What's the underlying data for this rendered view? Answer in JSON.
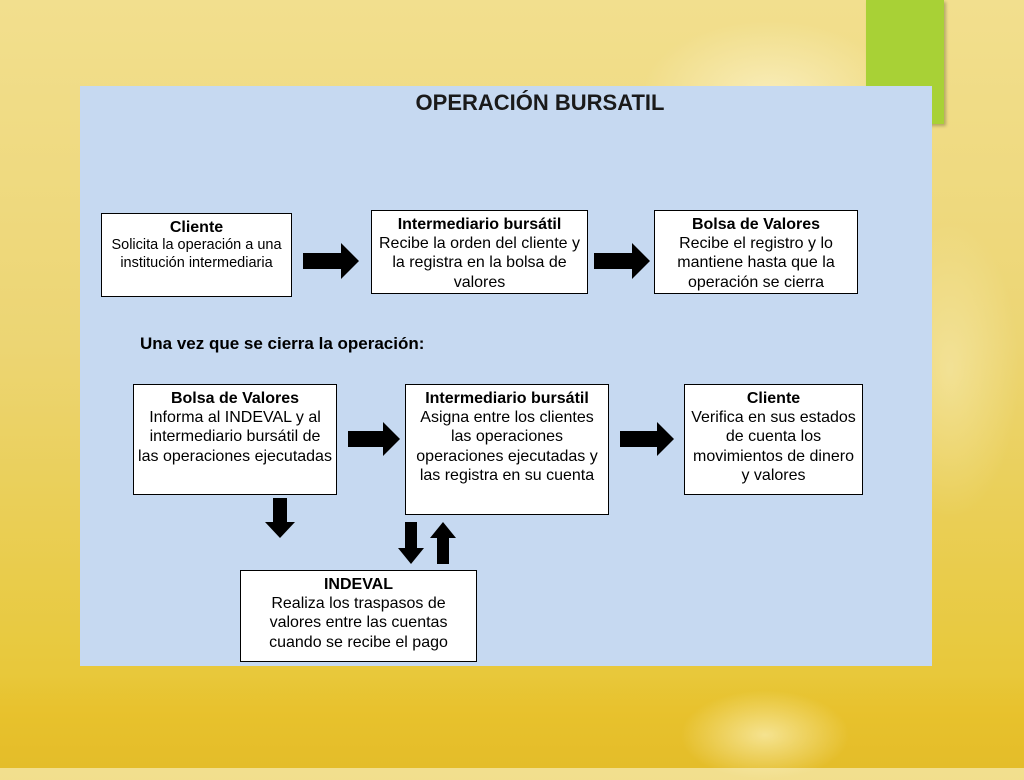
{
  "title": "OPERACIÓN BURSATIL",
  "subheading": "Una vez que se cierra la operación:",
  "colors": {
    "panel": "#c6d9f1",
    "accent_tab": "#a8d136",
    "background": "#ecd573"
  },
  "row1": [
    {
      "title": "Cliente",
      "text": "Solicita la operación a una institución intermediaria"
    },
    {
      "title": "Intermediario bursátil",
      "text": "Recibe la orden del cliente y la registra en la bolsa de valores"
    },
    {
      "title": "Bolsa de Valores",
      "text": "Recibe el registro y lo mantiene hasta que la operación se cierra"
    }
  ],
  "row2": [
    {
      "title": "Bolsa de Valores",
      "text": "Informa al INDEVAL y al intermediario bursátil de las operaciones ejecutadas"
    },
    {
      "title": "Intermediario bursátil",
      "text": "Asigna entre los clientes las operaciones operaciones ejecutadas y las registra en su cuenta"
    },
    {
      "title": "Cliente",
      "text": "Verifica en sus estados de cuenta los movimientos de dinero y valores"
    }
  ],
  "indeval": {
    "title": "INDEVAL",
    "text": "Realiza los traspasos de valores entre las cuentas cuando se recibe el pago"
  }
}
